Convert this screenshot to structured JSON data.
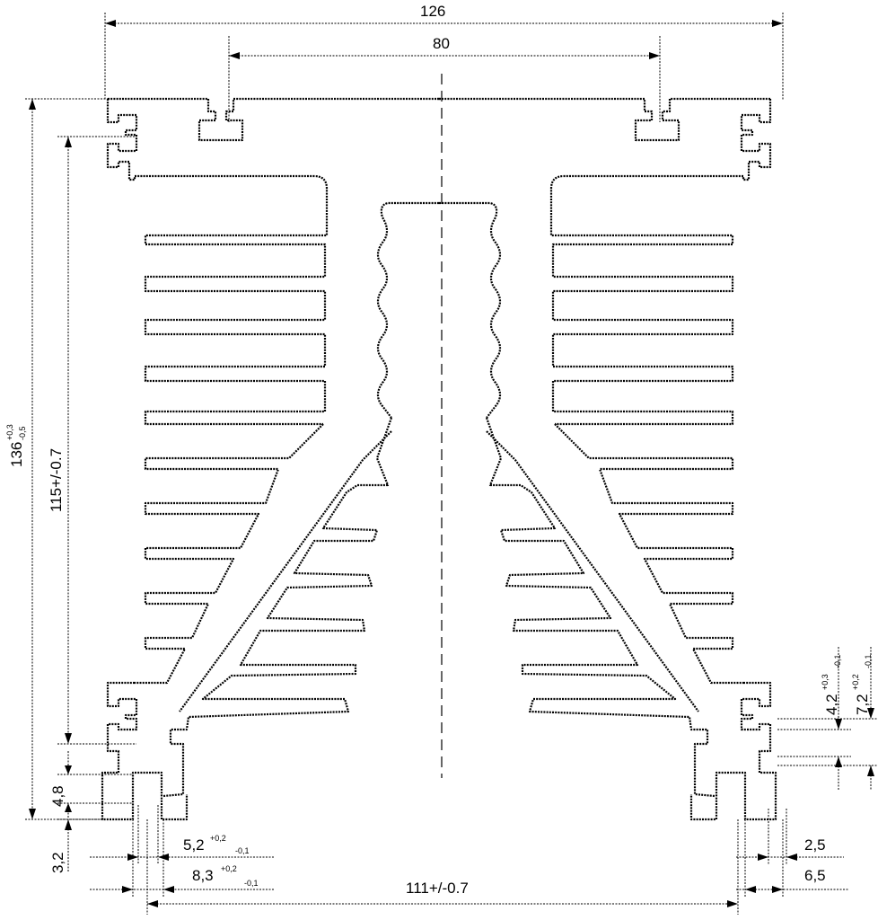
{
  "dimensions": {
    "overall_width": "126",
    "top_slot_spacing": "80",
    "overall_height": {
      "value": "136",
      "tol_upper": "+0,3",
      "tol_lower": "-0,5"
    },
    "body_height": "115+/-0.7",
    "foot_offset": "4,8",
    "foot_height": "3,2",
    "slot_width": {
      "value": "5,2",
      "tol_upper": "+0,2",
      "tol_lower": "-0,1"
    },
    "slot_outer": {
      "value": "8,3",
      "tol_upper": "+0,2",
      "tol_lower": "-0,1"
    },
    "foot_spacing": "111+/-0.7",
    "groove_depth": {
      "value": "4,2",
      "tol_upper": "+0,3",
      "tol_lower": "-0,1"
    },
    "groove_height": {
      "value": "7,2",
      "tol_upper": "+0,2",
      "tol_lower": "-0,1"
    },
    "foot_inner": "2,5",
    "foot_outer": "6,5"
  }
}
